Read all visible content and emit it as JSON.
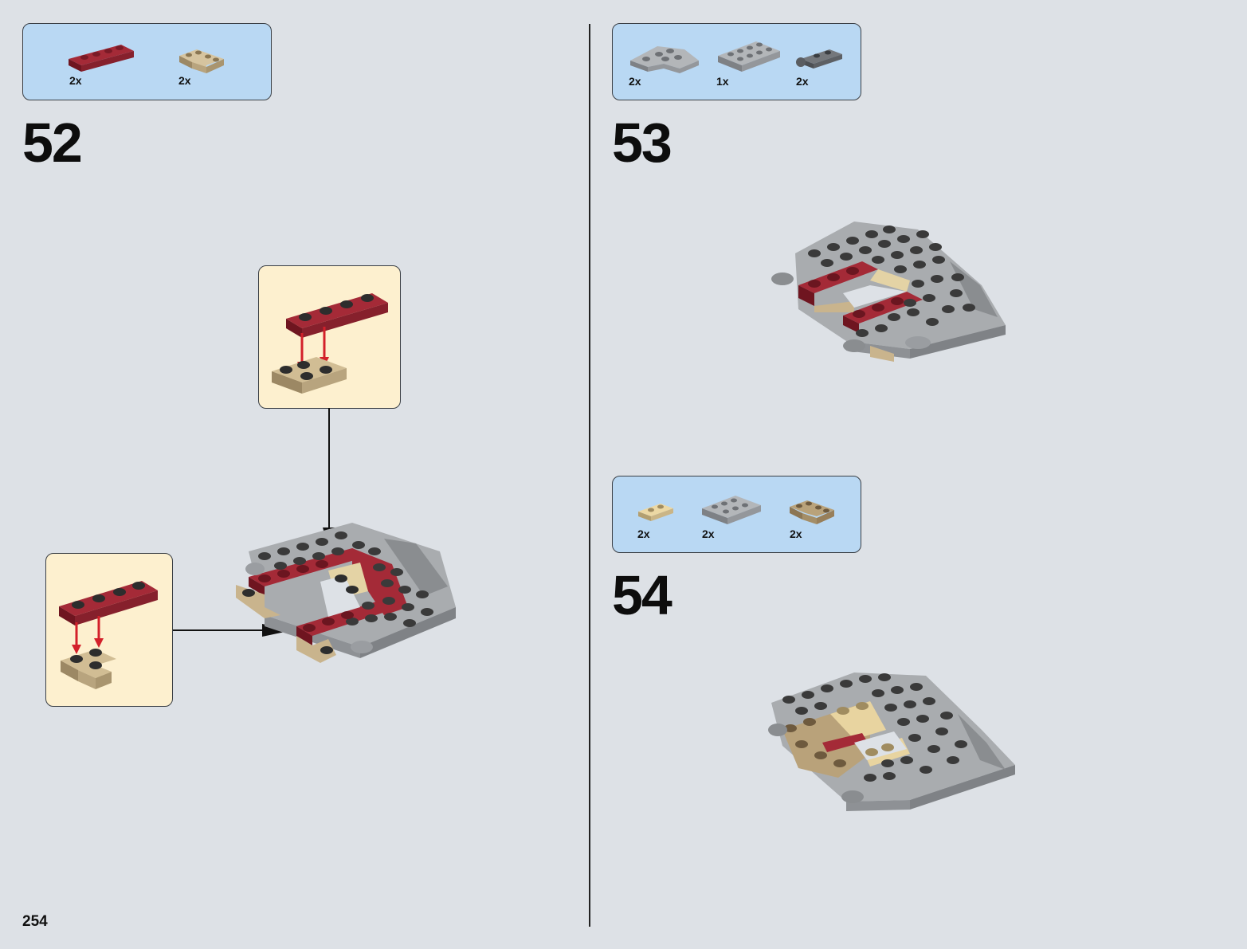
{
  "page_number": "254",
  "steps": [
    {
      "number": "52",
      "parts": [
        {
          "qty": "2x",
          "icon": "dark-red-plate-1x4-icon"
        },
        {
          "qty": "2x",
          "icon": "tan-plate-2x2-corner-icon"
        }
      ]
    },
    {
      "number": "53",
      "parts": [
        {
          "qty": "2x",
          "icon": "light-gray-wedge-plate-icon"
        },
        {
          "qty": "1x",
          "icon": "light-gray-plate-2x4-icon"
        },
        {
          "qty": "2x",
          "icon": "dark-gray-plate-clip-icon"
        }
      ]
    },
    {
      "number": "54",
      "parts": [
        {
          "qty": "2x",
          "icon": "tan-plate-1x2-icon"
        },
        {
          "qty": "2x",
          "icon": "light-gray-plate-2x3-icon"
        },
        {
          "qty": "2x",
          "icon": "dark-tan-plate-2x2-corner-icon"
        }
      ]
    }
  ],
  "colors": {
    "background": "#dde1e6",
    "parts_box": "#b9d8f3",
    "callout_box": "#fdf0cf",
    "dark_red": "#8c1f2b",
    "tan": "#c9b48d",
    "light_gray": "#a9acaf",
    "arrow_red": "#d3202a"
  }
}
